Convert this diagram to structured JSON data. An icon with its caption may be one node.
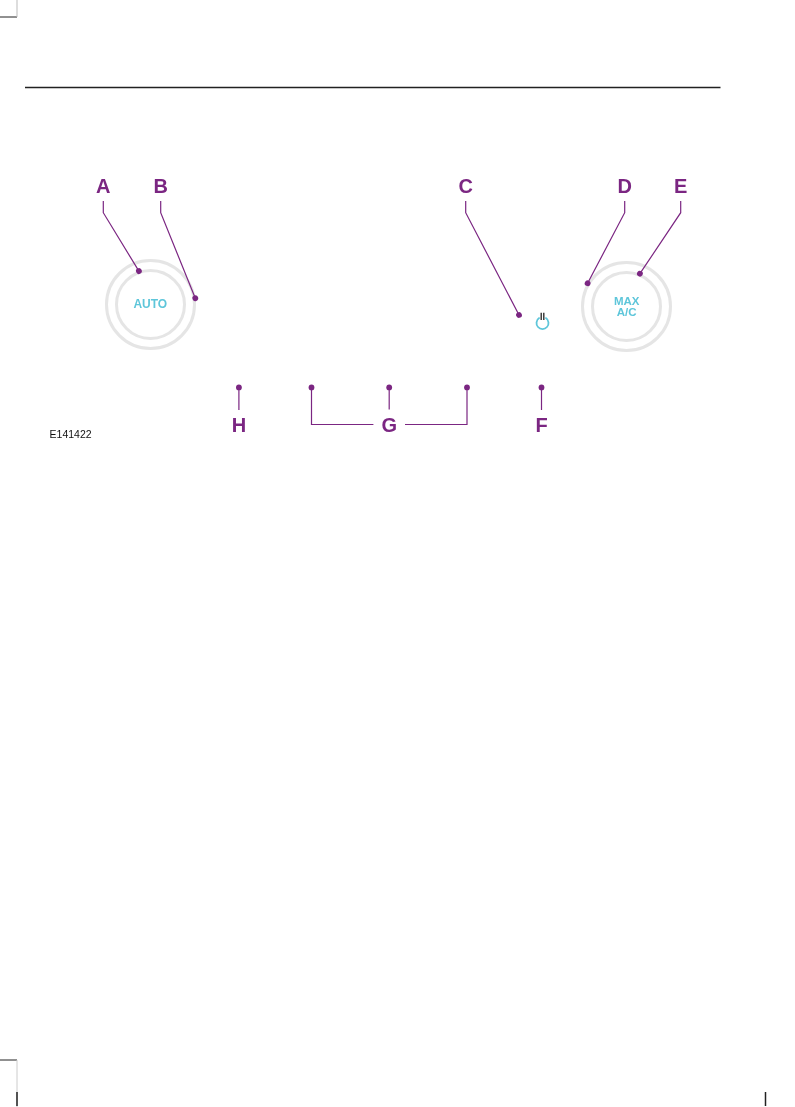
{
  "diagram": {
    "nodes": [
      {
        "text": [
          "A"
        ]
      },
      {
        "text": [
          "B"
        ]
      },
      {
        "text": [
          "C"
        ]
      },
      {
        "text": [
          "D"
        ]
      },
      {
        "text": [
          "E"
        ]
      },
      {
        "text": [],
        "shape": "circle"
      },
      {
        "text": [
          "AUTO"
        ],
        "in": 5
      },
      {
        "text": [],
        "shape": "circle"
      },
      {
        "text": [
          "MAX A/C"
        ],
        "in": 7
      },
      {
        "text": [
          "H"
        ]
      },
      {
        "text": [
          "G"
        ]
      },
      {
        "text": [
          "F"
        ]
      }
    ],
    "edges": [
      {
        "from": 0,
        "to": 6,
        "arrow": "other"
      },
      {
        "from": 1,
        "to": 5,
        "arrow": "other"
      },
      {
        "from": 2,
        "to": null,
        "arrow": "other"
      },
      {
        "from": 3,
        "to": 7,
        "arrow": "other"
      },
      {
        "from": 4,
        "to": 8,
        "arrow": "other"
      },
      {
        "from": 9,
        "to": null,
        "arrow": "other"
      },
      {
        "from": 10,
        "to": null,
        "arrow": "other"
      },
      {
        "from": 10,
        "to": null,
        "arrow": "other"
      },
      {
        "from": 10,
        "to": null,
        "arrow": "other"
      },
      {
        "from": 11,
        "to": null,
        "arrow": "other"
      }
    ],
    "labels": [
      "E141422"
    ]
  }
}
